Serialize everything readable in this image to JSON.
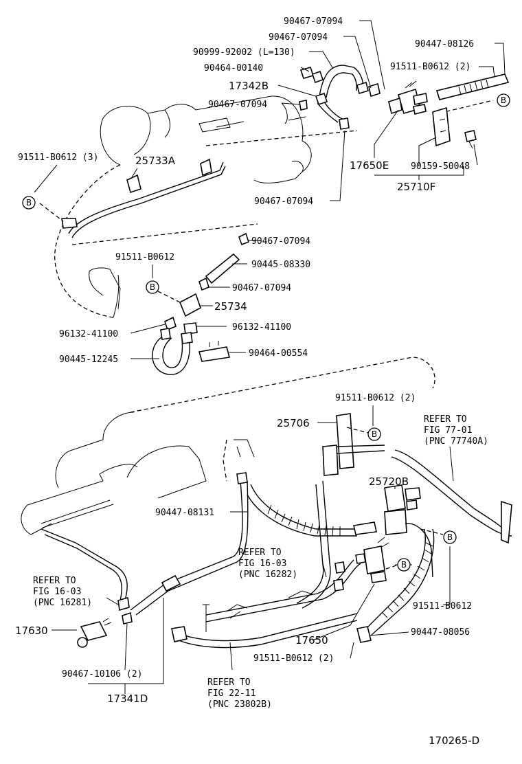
{
  "labels": {
    "l_90467_07094_a": "90467-07094",
    "l_90467_07094_b": "90467-07094",
    "l_90447_08126": "90447-08126",
    "l_90999_92002": "90999-92002 (L=130)",
    "l_91511_b0612_2_top": "91511-B0612 (2)",
    "l_90464_00140": "90464-00140",
    "l_17342b": "17342B",
    "l_90467_07094_c": "90467-07094",
    "l_91511_b0612_3": "91511-B0612 (3)",
    "l_25733a": "25733A",
    "l_17650e": "17650E",
    "l_90159_50048": "90159-50048",
    "l_25710f": "25710F",
    "l_90467_07094_d": "90467-07094",
    "l_90467_07094_e": "90467-07094",
    "l_91511_b0612_mid": "91511-B0612",
    "l_90445_08330": "90445-08330",
    "l_90467_07094_f": "90467-07094",
    "l_25734": "25734",
    "l_96132_41100_a": "96132-41100",
    "l_96132_41100_b": "96132-41100",
    "l_90445_12245": "90445-12245",
    "l_90464_00554": "90464-00554",
    "l_91511_b0612_2_mid": "91511-B0612 (2)",
    "l_25706": "25706",
    "ref_77_01_a": "REFER TO",
    "ref_77_01_b": "FIG 77-01",
    "ref_77_01_c": "(PNC 77740A)",
    "l_25720b": "25720B",
    "l_90447_08131": "90447-08131",
    "ref_16_03_a_a": "REFER TO",
    "ref_16_03_a_b": "FIG 16-03",
    "ref_16_03_a_c": "(PNC 16282)",
    "ref_16_03_b_a": "REFER TO",
    "ref_16_03_b_b": "FIG 16-03",
    "ref_16_03_b_c": "(PNC 16281)",
    "l_91511_b0612_right": "91511-B0612",
    "l_17630": "17630",
    "l_90447_08056": "90447-08056",
    "l_17650": "17650",
    "l_91511_b0612_2_bot": "91511-B0612 (2)",
    "l_90467_10106": "90467-10106 (2)",
    "ref_22_11_a": "REFER TO",
    "ref_22_11_b": "FIG 22-11",
    "ref_22_11_c": "(PNC 23802B)",
    "l_17341d": "17341D",
    "figure_id": "170265-D"
  },
  "callout": "B"
}
